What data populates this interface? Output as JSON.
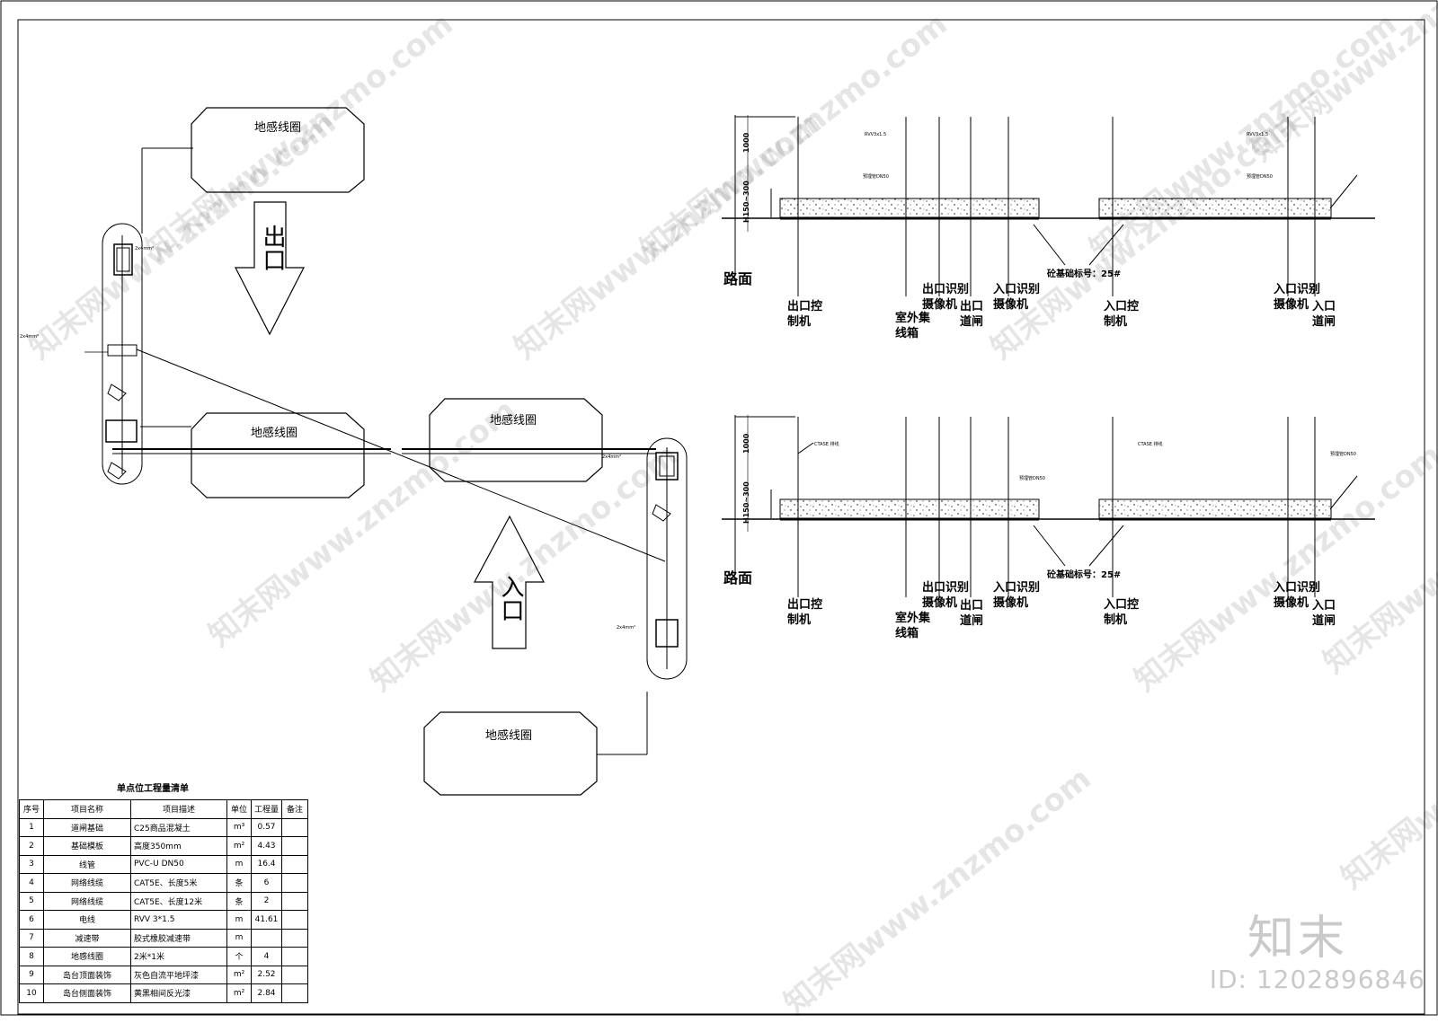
{
  "layout_plan": {
    "loop_labels": [
      "地感线圈",
      "地感线圈",
      "地感线圈",
      "地感线圈"
    ],
    "exit_arrow": "出口",
    "entry_arrow": "入口",
    "tiny_notes": [
      "2x4mm²",
      "2x4mm²",
      "2x4mm²",
      "2x4mm²"
    ]
  },
  "sections": {
    "road_label": "路面",
    "dim_top": "1000",
    "dim_bottom": "H150~300",
    "concrete_label": "砼基础标号：25#",
    "cable_top": "RVV3x1.5",
    "pipe_top": "预埋管DN50",
    "cable_mid": "CTASE 排线",
    "labels": {
      "exit_controller": "出口控\n制机",
      "outdoor_box": "室外集\n线箱",
      "exit_camera": "出口识别\n摄像机",
      "exit_gate": "出口\n道闸",
      "entry_camera": "入口识别\n摄像机",
      "entry_controller": "入口控\n制机",
      "entry_gate": "入口\n道闸"
    }
  },
  "bom": {
    "title": "单点位工程量清单",
    "headers": [
      "序号",
      "项目名称",
      "项目描述",
      "单位",
      "工程量",
      "备注"
    ],
    "rows": [
      [
        "1",
        "道闸基础",
        "C25商品混凝土",
        "m³",
        "0.57",
        ""
      ],
      [
        "2",
        "基础模板",
        "高度350mm",
        "m²",
        "4.43",
        ""
      ],
      [
        "3",
        "线管",
        "PVC-U DN50",
        "m",
        "16.4",
        ""
      ],
      [
        "4",
        "网络线缆",
        "CAT5E、长度5米",
        "条",
        "6",
        ""
      ],
      [
        "5",
        "网络线缆",
        "CAT5E、长度12米",
        "条",
        "2",
        ""
      ],
      [
        "6",
        "电线",
        "RVV 3*1.5",
        "m",
        "41.61",
        ""
      ],
      [
        "7",
        "减速带",
        "胶式橡胶减速带",
        "m",
        "",
        ""
      ],
      [
        "8",
        "地感线圈",
        "2米*1米",
        "个",
        "4",
        ""
      ],
      [
        "9",
        "岛台顶面装饰",
        "灰色自流平地坪漆",
        "m²",
        "2.52",
        ""
      ],
      [
        "10",
        "岛台侧面装饰",
        "黄黑相间反光漆",
        "m²",
        "2.84",
        ""
      ]
    ]
  },
  "watermark": {
    "text": "知末网www.znzmo.com",
    "brand": "知末",
    "id": "ID: 1202896846"
  }
}
